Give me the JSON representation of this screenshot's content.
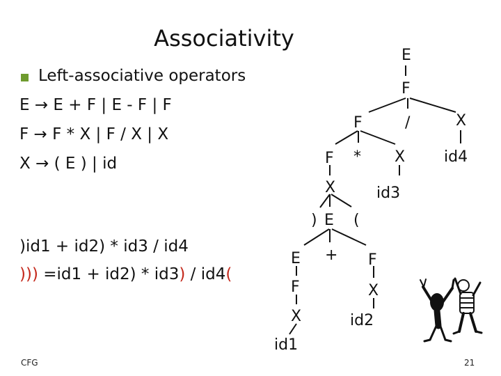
{
  "slide": {
    "title": "Associativity",
    "bullet": "Left-associative operators",
    "grammar": [
      "E → E + F | E - F | F",
      "F → F * X | F / X | X",
      "X → ( E ) | id"
    ],
    "example_line1": ")id1 + id2) * id3 / id4",
    "example_line2": {
      "red_prefix": ")))",
      "middle": " =id1 + id2) * id3",
      "red_mid": ")",
      "suffix": " / id4",
      "red_end": "("
    },
    "footer_left": "CFG",
    "page_number": "21",
    "accent_bullet": "#6e9b2e",
    "accent_red": "#c4281b"
  },
  "parse_tree": {
    "nodes": [
      "E",
      "F",
      "F",
      "/",
      "X",
      "F",
      "*",
      "X",
      "id4",
      "X",
      "id3",
      ")",
      "E",
      "(",
      "E",
      "+",
      "F",
      "F",
      "X",
      "X",
      "id2",
      "id1"
    ]
  },
  "illustration": "cartoon-two-figures-high-five"
}
